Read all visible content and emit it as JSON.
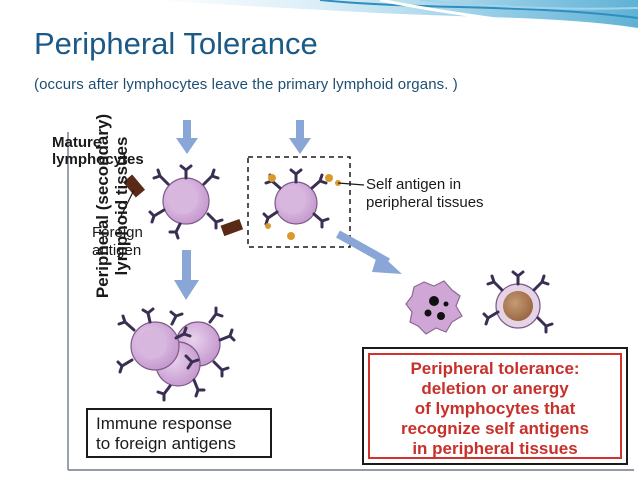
{
  "slide": {
    "title": "Peripheral Tolerance",
    "subtitle": "(occurs after lymphocytes leave the primary lymphoid organs. )"
  },
  "diagram": {
    "mature_lymphocytes": [
      "Mature",
      "lymphocytes"
    ],
    "foreign_antigen": [
      "Foreign",
      "antigen"
    ],
    "self_antigen": [
      "Self antigen in",
      "peripheral tissues"
    ],
    "axis_label": [
      "Peripheral (secondary)",
      "lymphoid tissues"
    ],
    "immune_response": [
      "Immune response",
      "to foreign antigens"
    ],
    "tolerance": [
      "Peripheral tolerance:",
      "deletion or anergy",
      "of lymphocytes that",
      "recognize self antigens",
      "in peripheral tissues"
    ]
  },
  "colors": {
    "title": "#1b5a86",
    "cell_fill": "#cfa6d6",
    "cell_nucleus": "#b989c4",
    "arrow": "#8aa6d6",
    "receptor": "#3a2f52",
    "antigen_dark": "#5a2a16",
    "self_antigen": "#d99a2b",
    "activated_cell": "#a9734c",
    "tolerance_text": "#c8302a"
  }
}
